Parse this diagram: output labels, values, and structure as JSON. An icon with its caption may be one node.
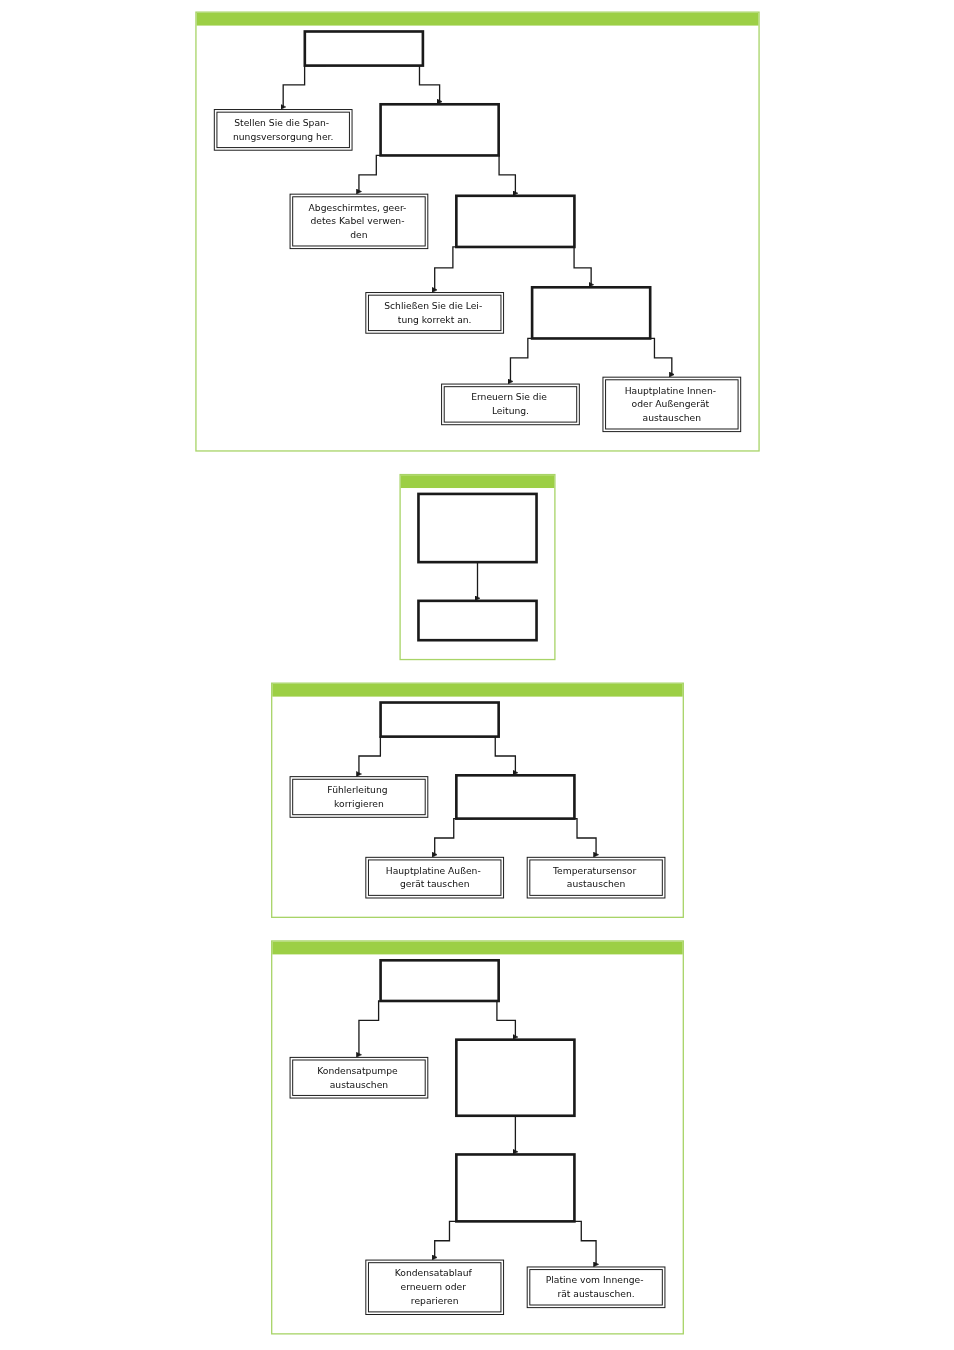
{
  "diagram": {
    "nodes": [
      {
        "text": [],
        "shape": "box"
      },
      {
        "text": [],
        "shape": "box",
        "in": 0
      },
      {
        "text": [
          "Stellen Sie die Span- nungsversorgung her."
        ],
        "in": 0
      },
      {
        "text": [],
        "shape": "box",
        "in": 0
      },
      {
        "text": [
          "Abgeschirmtes, geer- detes Kabel verwen- den"
        ],
        "in": 0
      },
      {
        "text": [],
        "shape": "box",
        "in": 0
      },
      {
        "text": [
          "Schließen Sie die Lei- tung korrekt an."
        ],
        "in": 0
      },
      {
        "text": [],
        "shape": "box",
        "in": 0
      },
      {
        "text": [
          "Erneuern Sie die Leitung."
        ],
        "in": 0
      },
      {
        "text": [
          "Hauptplatine Innen- oder Außengerät austauschen"
        ],
        "in": 0
      },
      {
        "text": [],
        "shape": "box"
      },
      {
        "text": [],
        "shape": "box",
        "in": 10
      },
      {
        "text": [],
        "shape": "box",
        "in": 10
      },
      {
        "text": [],
        "shape": "box"
      },
      {
        "text": [],
        "shape": "box",
        "in": 13
      },
      {
        "text": [
          "Fühlerleitung korrigieren"
        ],
        "in": 13
      },
      {
        "text": [],
        "shape": "box",
        "in": 13
      },
      {
        "text": [
          "Hauptplatine Außen- gerät tauschen"
        ],
        "in": 13
      },
      {
        "text": [
          "Temperatursensor austauschen"
        ],
        "in": 13
      },
      {
        "text": [],
        "shape": "box"
      },
      {
        "text": [],
        "shape": "box",
        "in": 19
      },
      {
        "text": [
          "Kondensatpumpe austauschen"
        ],
        "in": 19
      },
      {
        "text": [],
        "shape": "box",
        "in": 19
      },
      {
        "text": [],
        "shape": "box",
        "in": 19
      },
      {
        "text": [
          "Kondensatablauf erneuern oder reparieren"
        ],
        "in": 19
      },
      {
        "text": [
          "Platine vom Innenge- rät austauschen."
        ],
        "in": 19
      }
    ],
    "edges": [
      {
        "from": 1,
        "to": 2,
        "arrow": "to"
      },
      {
        "from": 1,
        "to": 3,
        "arrow": "to"
      },
      {
        "from": 3,
        "to": 4,
        "arrow": "to"
      },
      {
        "from": 3,
        "to": 5,
        "arrow": "to"
      },
      {
        "from": 5,
        "to": 6,
        "arrow": "to"
      },
      {
        "from": 5,
        "to": 7,
        "arrow": "to"
      },
      {
        "from": 7,
        "to": 8,
        "arrow": "to"
      },
      {
        "from": 7,
        "to": 9,
        "arrow": "to"
      },
      {
        "from": 11,
        "to": 12,
        "arrow": "to"
      },
      {
        "from": 14,
        "to": 15,
        "arrow": "to"
      },
      {
        "from": 14,
        "to": 16,
        "arrow": "to"
      },
      {
        "from": 16,
        "to": 17,
        "arrow": "to"
      },
      {
        "from": 16,
        "to": 18,
        "arrow": "to"
      },
      {
        "from": 20,
        "to": 21,
        "arrow": "to"
      },
      {
        "from": 20,
        "to": 22,
        "arrow": "to"
      },
      {
        "from": 22,
        "to": 23,
        "arrow": "to"
      },
      {
        "from": 23,
        "to": 24,
        "arrow": "to"
      },
      {
        "from": 23,
        "to": 25,
        "arrow": "to"
      }
    ]
  }
}
